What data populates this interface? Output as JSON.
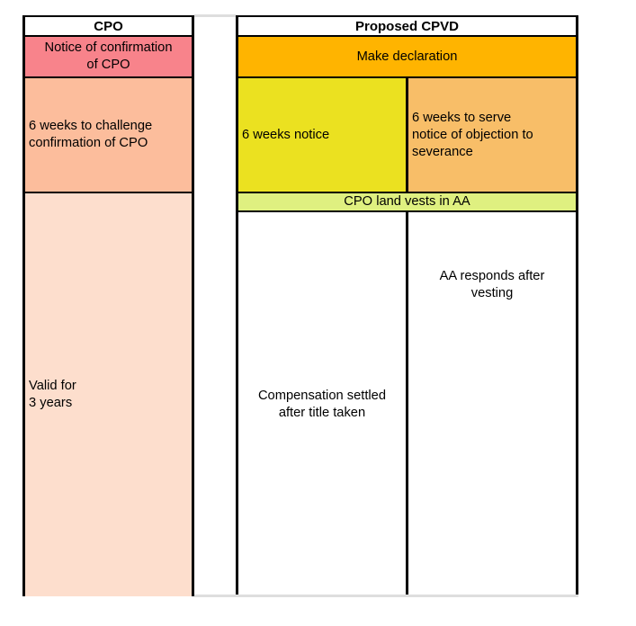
{
  "columns": {
    "cpo": {
      "header": "CPO",
      "cells": {
        "notice": "Notice of confirmation\nof CPO",
        "challenge": "6 weeks to challenge\nconfirmation of CPO",
        "valid": "Valid for\n3 years"
      }
    },
    "cpvd": {
      "header": "Proposed CPVD",
      "cells": {
        "declaration": "Make declaration",
        "notice": "6 weeks notice",
        "objection": "6 weeks to serve\nnotice of objection to\nseverance",
        "vests": "CPO land vests in AA",
        "compensation": "Compensation settled\nafter title taken",
        "responds": "AA responds after\nvesting"
      }
    }
  },
  "colors": {
    "notice_red": "#F8838B",
    "challenge_salmon": "#FCBD9C",
    "valid_peach": "#FDDECD",
    "declaration_orange": "#FFB400",
    "notice_yellow": "#EBE120",
    "objection_tan": "#F8BE68",
    "vests_green": "#DFF080",
    "border_black": "#000000",
    "grid_gray": "#DEDEDE",
    "header_bg": "#FFFFFF",
    "text": "#000000"
  }
}
